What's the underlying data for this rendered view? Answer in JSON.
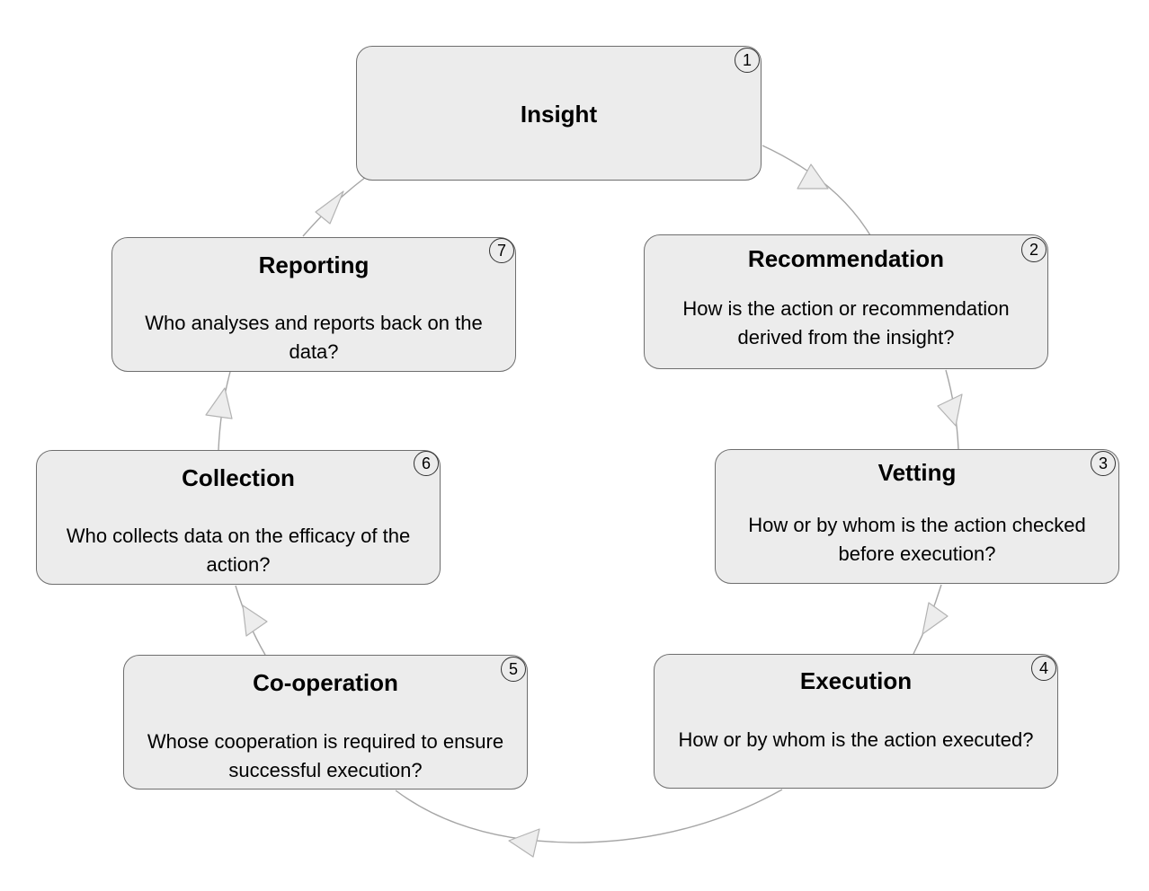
{
  "diagram": {
    "steps": [
      {
        "id": "insight",
        "number": "1",
        "title": "Insight",
        "question": ""
      },
      {
        "id": "recommendation",
        "number": "2",
        "title": "Recommendation",
        "question": "How is the action or recommendation derived from the insight?"
      },
      {
        "id": "vetting",
        "number": "3",
        "title": "Vetting",
        "question": "How or by whom is the action checked before execution?"
      },
      {
        "id": "execution",
        "number": "4",
        "title": "Execution",
        "question": "How or by whom is the action executed?"
      },
      {
        "id": "cooperation",
        "number": "5",
        "title": "Co-operation",
        "question": "Whose cooperation is required to ensure successful execution?"
      },
      {
        "id": "collection",
        "number": "6",
        "title": "Collection",
        "question": "Who collects data on the efficacy of the action?"
      },
      {
        "id": "reporting",
        "number": "7",
        "title": "Reporting",
        "question": "Who analyses and reports back on the data?"
      }
    ],
    "flow": [
      {
        "from": "insight",
        "to": "recommendation"
      },
      {
        "from": "recommendation",
        "to": "vetting"
      },
      {
        "from": "vetting",
        "to": "execution"
      },
      {
        "from": "execution",
        "to": "cooperation"
      },
      {
        "from": "cooperation",
        "to": "collection"
      },
      {
        "from": "collection",
        "to": "reporting"
      },
      {
        "from": "reporting",
        "to": "insight"
      }
    ],
    "colors": {
      "node_fill": "#ececec",
      "node_border": "#6e6e6e",
      "connector": "#a6a6a6",
      "arrowhead_fill": "#ededed"
    }
  }
}
